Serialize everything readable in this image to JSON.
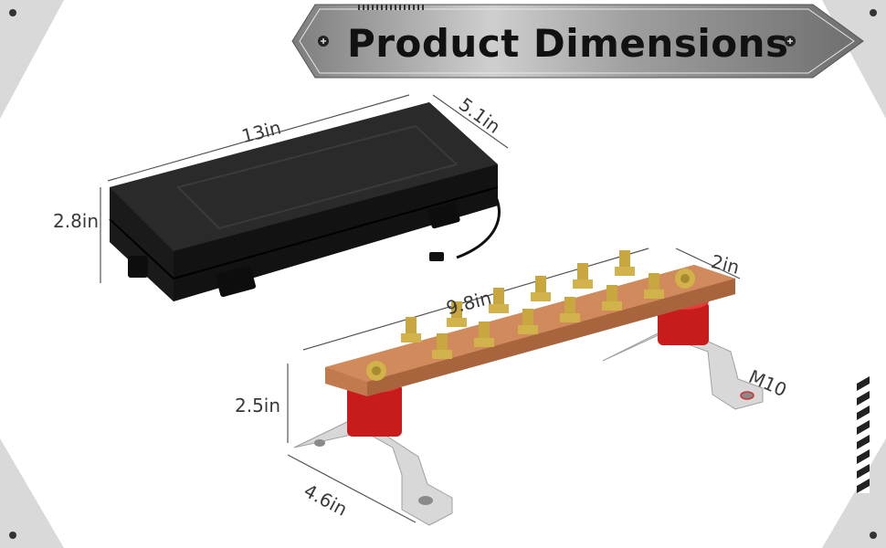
{
  "title": "Product Dimensions",
  "case_dimensions": {
    "length": "13in",
    "width": "5.1in",
    "height": "2.8in"
  },
  "busbar_dimensions": {
    "length": "9.8in",
    "width": "2in",
    "height": "2.5in",
    "base_length": "4.6in",
    "hole_size": "M10"
  },
  "colors": {
    "banner": "#9a9a9a",
    "case": "#1c1c1c",
    "copper": "#c07a4e",
    "insulator": "#c81b1b",
    "bracket": "#d8d8d8",
    "hardware": "#d2b24a"
  }
}
